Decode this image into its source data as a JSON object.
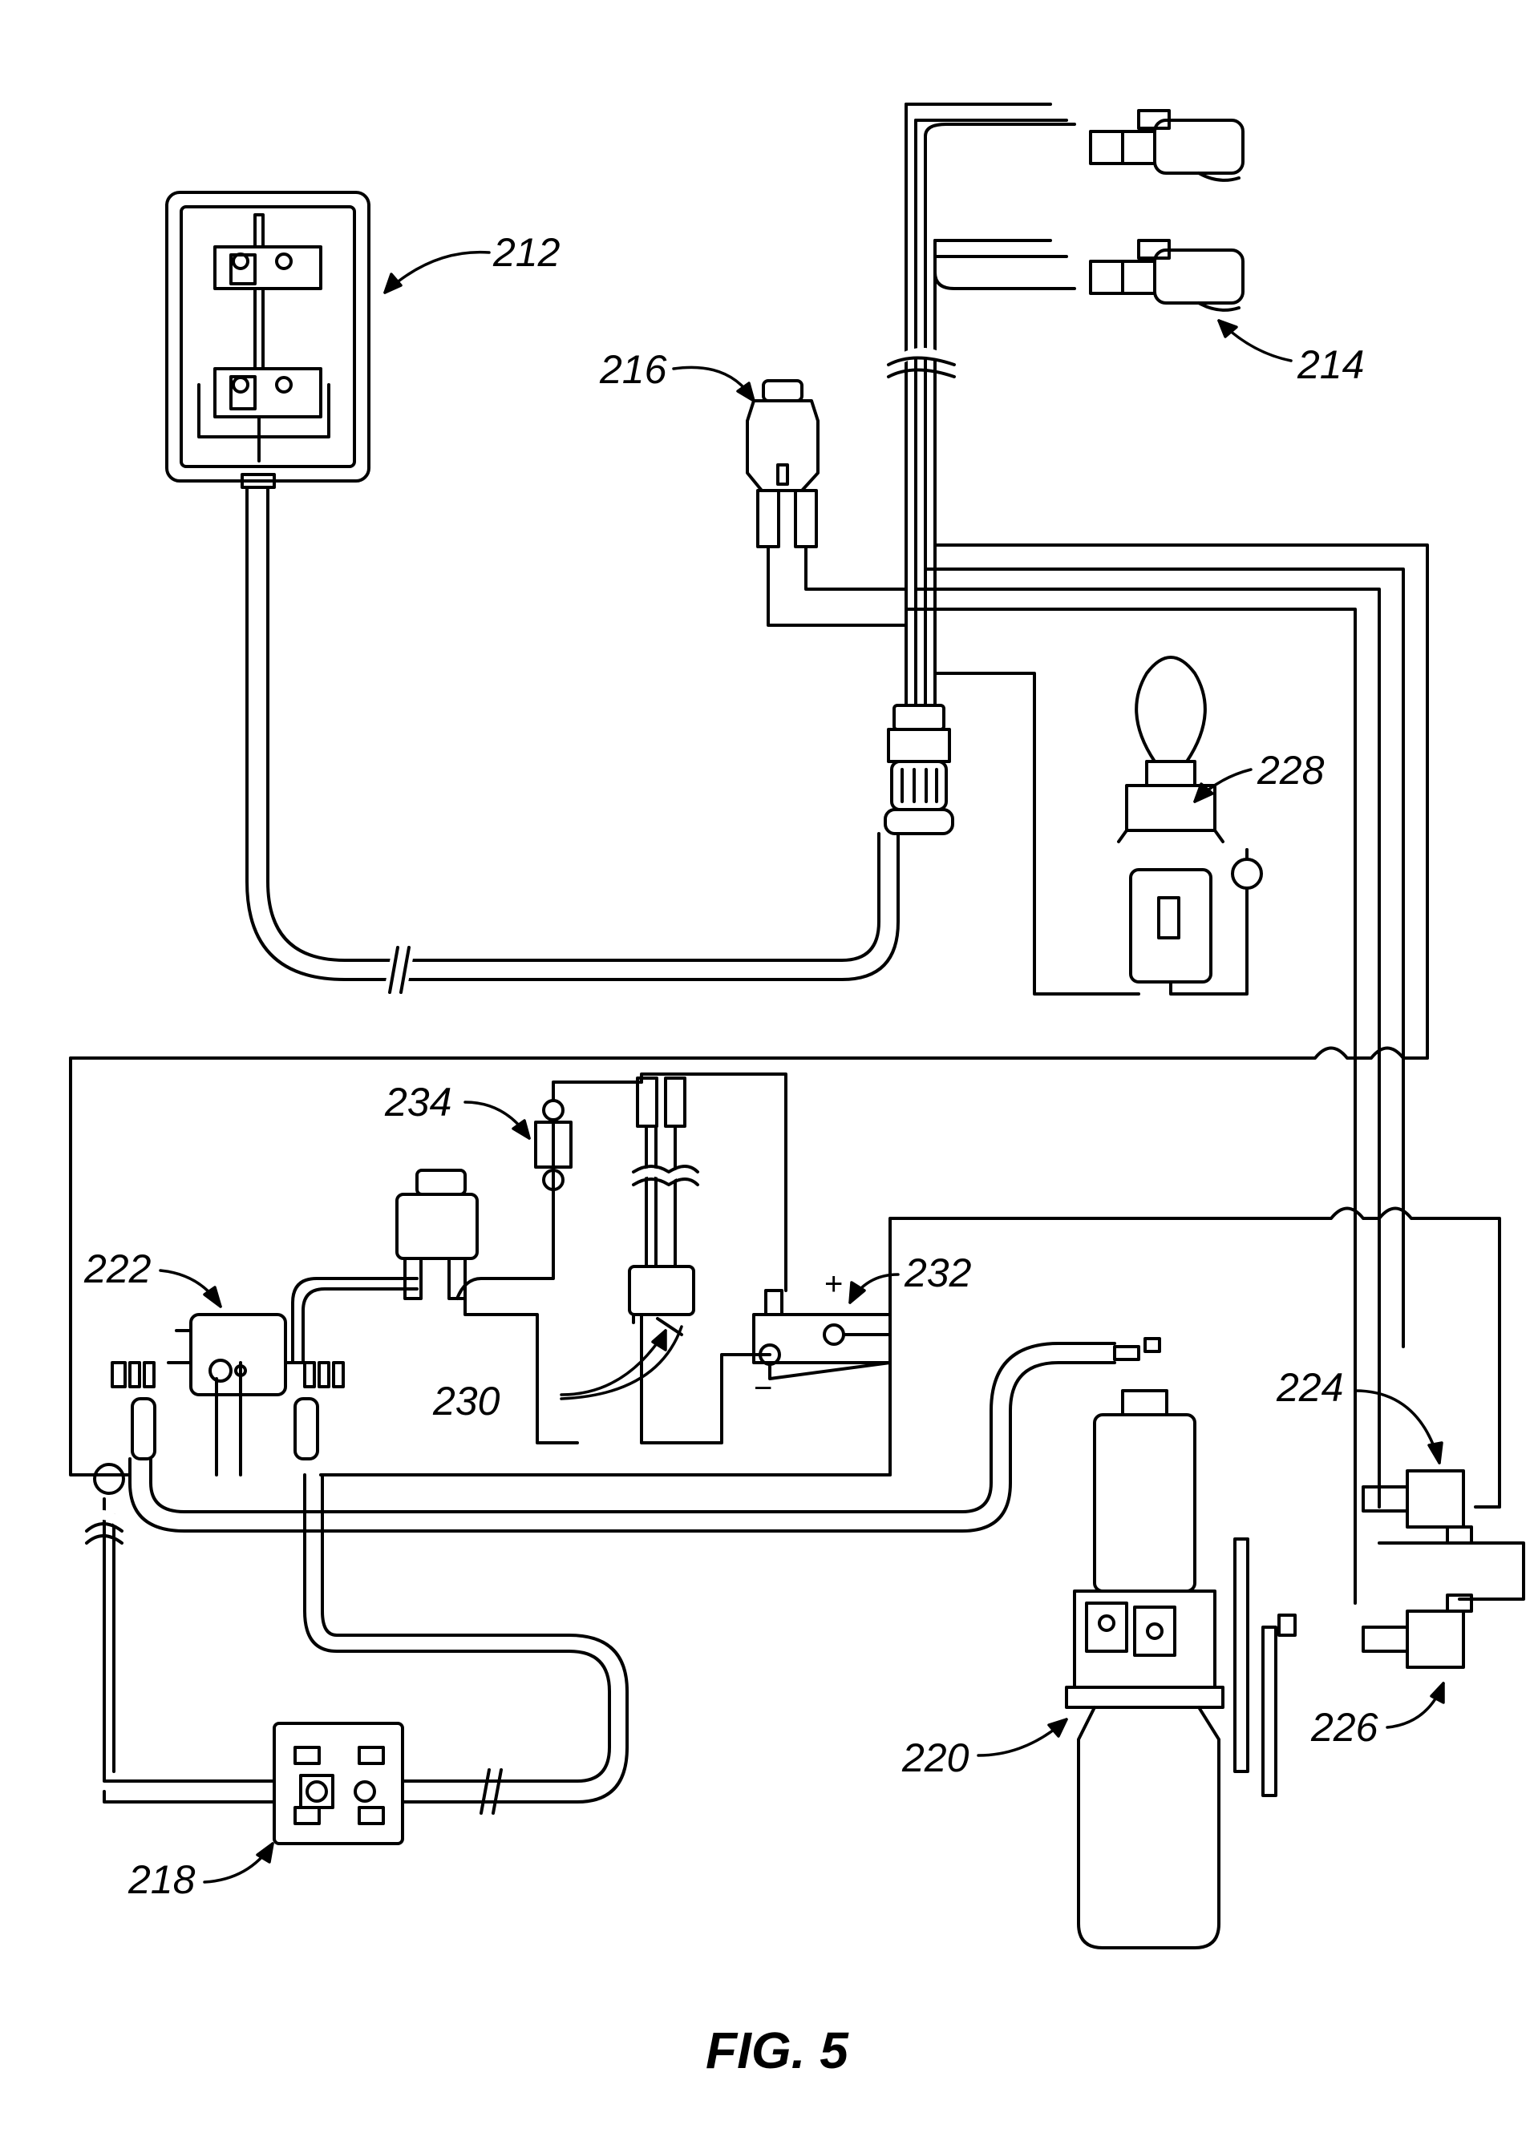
{
  "figure": {
    "caption": "FIG. 5"
  },
  "components": [
    {
      "id": "circuit-breaker-box",
      "ref": "212"
    },
    {
      "id": "solenoid-valves",
      "ref": "214"
    },
    {
      "id": "connector-plug",
      "ref": "216"
    },
    {
      "id": "battery-disconnect-switch",
      "ref": "218"
    },
    {
      "id": "pump-motor",
      "ref": "220"
    },
    {
      "id": "solenoid-relay",
      "ref": "222"
    },
    {
      "id": "limit-switch-upper",
      "ref": "224"
    },
    {
      "id": "limit-switch-lower",
      "ref": "226"
    },
    {
      "id": "indicator-lamp",
      "ref": "228"
    },
    {
      "id": "micro-switch",
      "ref": "230"
    },
    {
      "id": "battery",
      "ref": "232"
    },
    {
      "id": "fuse",
      "ref": "234"
    }
  ],
  "battery_polarity": {
    "positive": "+",
    "negative": "−"
  },
  "colors": {
    "ink": "#000000",
    "paper": "#ffffff"
  }
}
